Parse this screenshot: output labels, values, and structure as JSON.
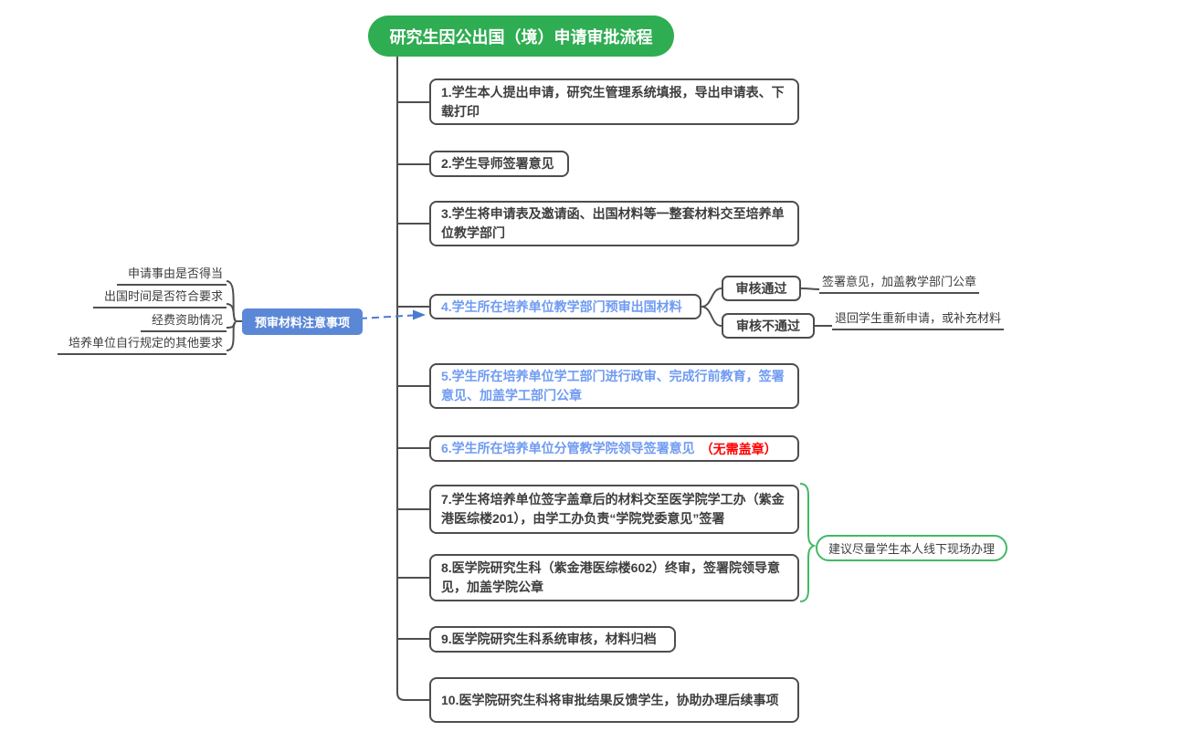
{
  "title": "研究生因公出国（境）申请审批流程",
  "colors": {
    "title_bg": "#2fad52",
    "green": "#42b966",
    "blue_text": "#6f9bf2",
    "side_bg": "#5b87d7",
    "arrow": "#4a7bd0",
    "red": "#fe0000",
    "line": "#4f4f4f",
    "text": "#3d3d3d",
    "border": "#4d4d4d"
  },
  "steps": [
    {
      "text": "1.学生本人提出申请，研究生管理系统填报，导出申请表、下载打印"
    },
    {
      "text": "2.学生导师签署意见"
    },
    {
      "text": "3.学生将申请表及邀请函、出国材料等一整套材料交至培养单位教学部门"
    },
    {
      "text": "4.学生所在培养单位教学部门预审出国材料"
    },
    {
      "text": "5.学生所在培养单位学工部门进行政审、完成行前教育，签署意见、加盖学工部门公章"
    },
    {
      "text": "6.学生所在培养单位分管教学院领导签署意见",
      "note": "（无需盖章）"
    },
    {
      "text": "7.学生将培养单位签字盖章后的材料交至医学院学工办（紫金港医综楼201），由学工办负责“学院党委意见”签署"
    },
    {
      "text": "8.医学院研究生科（紫金港医综楼602）终审，签署院领导意见，加盖学院公章"
    },
    {
      "text": "9.医学院研究生科系统审核，材料归档"
    },
    {
      "text": "10.医学院研究生科将审批结果反馈学生，协助办理后续事项"
    }
  ],
  "review": {
    "pass": {
      "label": "审核通过",
      "result": "签署意见，加盖教学部门公章"
    },
    "fail": {
      "label": "审核不通过",
      "result": "退回学生重新申请，或补充材料"
    }
  },
  "precheck": {
    "label": "预审材料注意事项",
    "items": [
      "申请事由是否得当",
      "出国时间是否符合要求",
      "经费资助情况",
      "培养单位自行规定的其他要求"
    ]
  },
  "callout": {
    "text": "建议尽量学生本人线下现场办理"
  }
}
